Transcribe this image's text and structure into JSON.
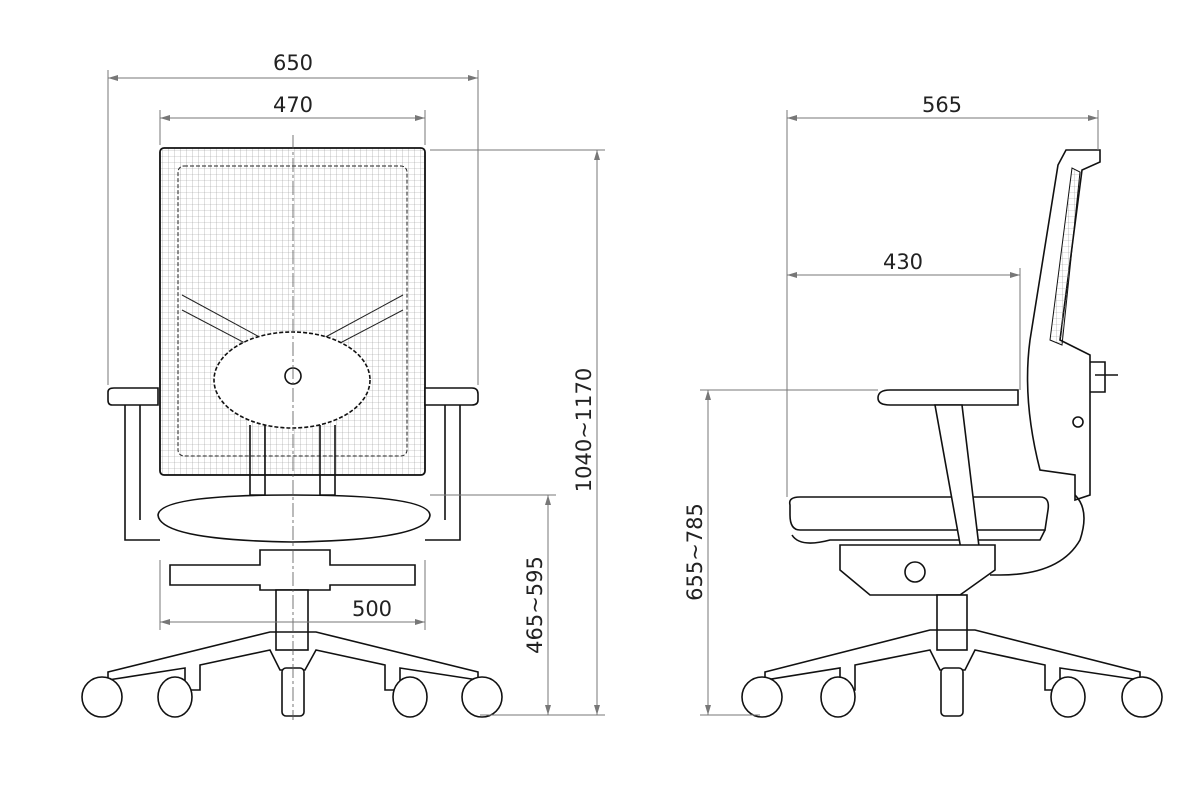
{
  "front_view": {
    "overall_width": "650",
    "backrest_width": "470",
    "base_width": "500",
    "overall_height": "1040~1170",
    "seat_height": "465~595"
  },
  "side_view": {
    "overall_depth": "565",
    "seat_depth": "430",
    "armrest_height": "655~785"
  },
  "colors": {
    "line": "#111111",
    "dimension": "#777777"
  }
}
